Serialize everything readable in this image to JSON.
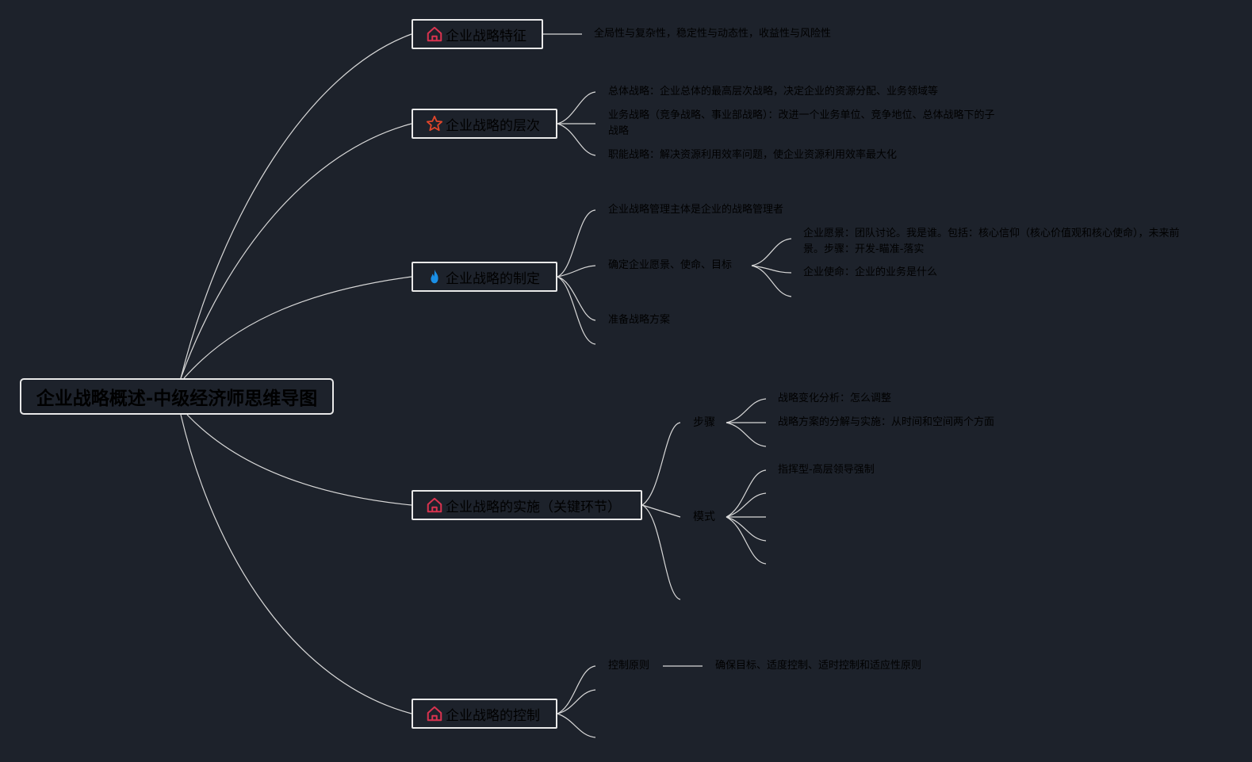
{
  "root": {
    "title": "企业战略概述-中级经济师思维导图"
  },
  "branches": {
    "features": {
      "label": "企业战略特征",
      "icon": "house-icon",
      "items": [
        "全局性与复杂性，稳定性与动态性，收益性与风险性"
      ]
    },
    "levels": {
      "label": "企业战略的层次",
      "icon": "star-icon",
      "items": [
        "总体战略：企业总体的最高层次战略，决定企业的资源分配、业务领域等",
        "业务战略（竞争战略、事业部战略）：改进一个业务单位、竞争地位、总体战略下的子战略",
        "职能战略：解决资源利用效率问题，使企业资源利用效率最大化"
      ]
    },
    "formulation": {
      "label": "企业战略的制定",
      "icon": "flame-icon",
      "items": [
        "企业战略管理主体是企业的战略管理者",
        "确定企业愿景、使命、目标",
        "准备战略方案"
      ],
      "sub": [
        "企业愿景：团队讨论。我是谁。包括：核心信仰（核心价值观和核心使命），未来前景。步骤：开发-瞄准-落实",
        "企业使命：企业的业务是什么"
      ]
    },
    "implementation": {
      "label": "企业战略的实施（关键环节）",
      "icon": "house-icon",
      "steps_label": "步骤",
      "steps": [
        "战略变化分析：怎么调整",
        "战略方案的分解与实施：从时间和空间两个方面"
      ],
      "modes_label": "模式",
      "modes": [
        "指挥型-高层领导强制"
      ]
    },
    "control": {
      "label": "企业战略的控制",
      "icon": "house-icon",
      "principle_label": "控制原则",
      "principle": "确保目标、适度控制、适时控制和适应性原则"
    }
  },
  "colors": {
    "background": "#1d222b",
    "line": "#d8d8d8",
    "border": "#e9e9e9",
    "house_icon": "#d9334f",
    "star_icon": "#e0452a",
    "flame_icon": "#1a8fe6"
  }
}
